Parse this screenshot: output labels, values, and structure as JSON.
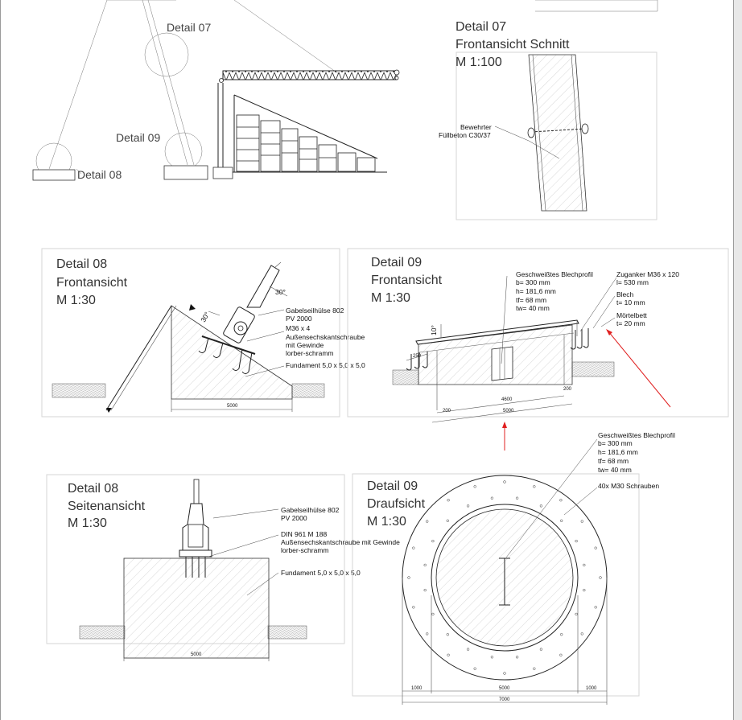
{
  "overview": {
    "labels": [
      "Detail 07",
      "Detail 09",
      "Detail 08"
    ]
  },
  "detail07": {
    "title": [
      "Detail 07",
      "Frontansicht Schnitt",
      "M 1:100"
    ],
    "note": [
      "Bewehrter",
      "Füllbeton C30/37"
    ]
  },
  "detail08_front": {
    "title": [
      "Detail 08",
      "Frontansicht",
      "M 1:30"
    ],
    "angle_top": "30°",
    "angle_side": "30°",
    "notes": [
      "Gabelseilhülse 802",
      "PV 2000",
      "M36 x 4",
      "Außensechskantschraube",
      "mit Gewinde",
      "lorber-schramm",
      "Fundament 5,0 x 5,0 x 5,0"
    ],
    "dim": "5000"
  },
  "detail09_front": {
    "title": [
      "Detail 09",
      "Frontansicht",
      "M 1:30"
    ],
    "notes_left": [
      "Geschweißtes Blechprofil",
      "b=  300 mm",
      "h=  181,6 mm",
      "tf=  68 mm",
      "tw= 40 mm"
    ],
    "notes_right": [
      "Zuganker M36 x 120",
      "l= 530 mm",
      "Blech",
      "t= 10 mm",
      "Mörtelbett",
      "t= 20 mm"
    ],
    "angle": "10°",
    "dims": [
      "250",
      "200",
      "4600",
      "200",
      "5000"
    ]
  },
  "detail08_side": {
    "title": [
      "Detail 08",
      "Seitenansicht",
      "M 1:30"
    ],
    "notes": [
      "Gabelseilhülse 802",
      "PV 2000",
      "DIN 961 M 188",
      "Außensechskantschraube mit Gewinde",
      "lorber-schramm",
      "Fundament 5,0 x 5,0 x 5,0"
    ],
    "dim": "5000"
  },
  "detail09_top": {
    "title": [
      "Detail 09",
      "Draufsicht",
      "M 1:30"
    ],
    "notes": [
      "Geschweißtes Blechprofil",
      "b=  300 mm",
      "h=  181,6 mm",
      "tf=  68 mm",
      "tw= 40 mm",
      "40x M30 Schrauben"
    ],
    "dims": [
      "1000",
      "5000",
      "1000",
      "7000"
    ]
  }
}
